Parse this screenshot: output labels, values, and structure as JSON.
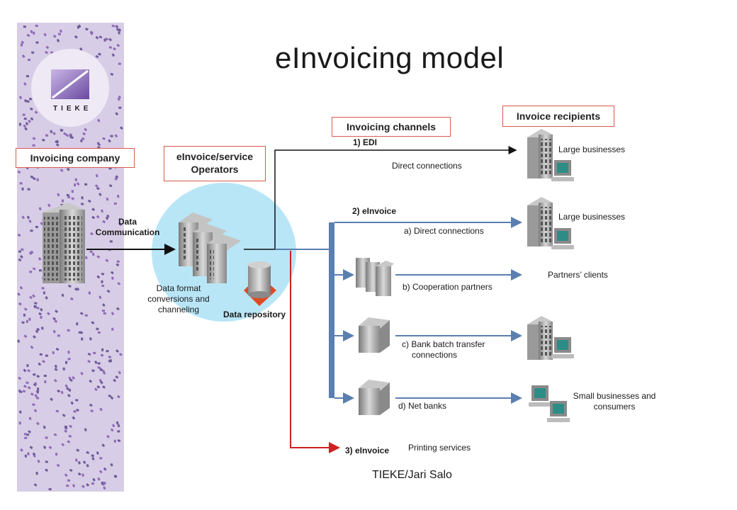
{
  "title": "eInvoicing model",
  "logo": {
    "text": "TIEKE"
  },
  "boxes": {
    "invoicing_company": "Invoicing company",
    "operators_line1": "eInvoice/service",
    "operators_line2": "Operators",
    "invoicing_channels": "Invoicing channels",
    "invoice_recipients": "Invoice recipients"
  },
  "labels": {
    "data_comm_line1": "Data",
    "data_comm_line2": "Communication",
    "data_format_line1": "Data format",
    "data_format_line2": "conversions and",
    "data_format_line3": "channeling",
    "data_repository": "Data repository",
    "edi": "1) EDI",
    "direct_connections": "Direct connections",
    "einvoice2": "2) eInvoice",
    "a_direct": "a) Direct connections",
    "b_coop": "b) Cooperation partners",
    "c_bank_line1": "c) Bank batch transfer",
    "c_bank_line2": "connections",
    "d_net": "d) Net banks",
    "einvoice3": "3) eInvoice",
    "printing": "Printing services",
    "large1": "Large businesses",
    "large2": "Large businesses",
    "partners": "Partners’ clients",
    "small_line1": "Small businesses and",
    "small_line2": "consumers"
  },
  "credit": "TIEKE/Jari Salo",
  "colors": {
    "sidebar": "#d8cde6",
    "ellipse": "#b8e6f7",
    "line_blue": "#5a7fb0",
    "line_red": "#cc2222",
    "box_border": "#d85a4a",
    "logo_purple": "#8f6cb8"
  }
}
